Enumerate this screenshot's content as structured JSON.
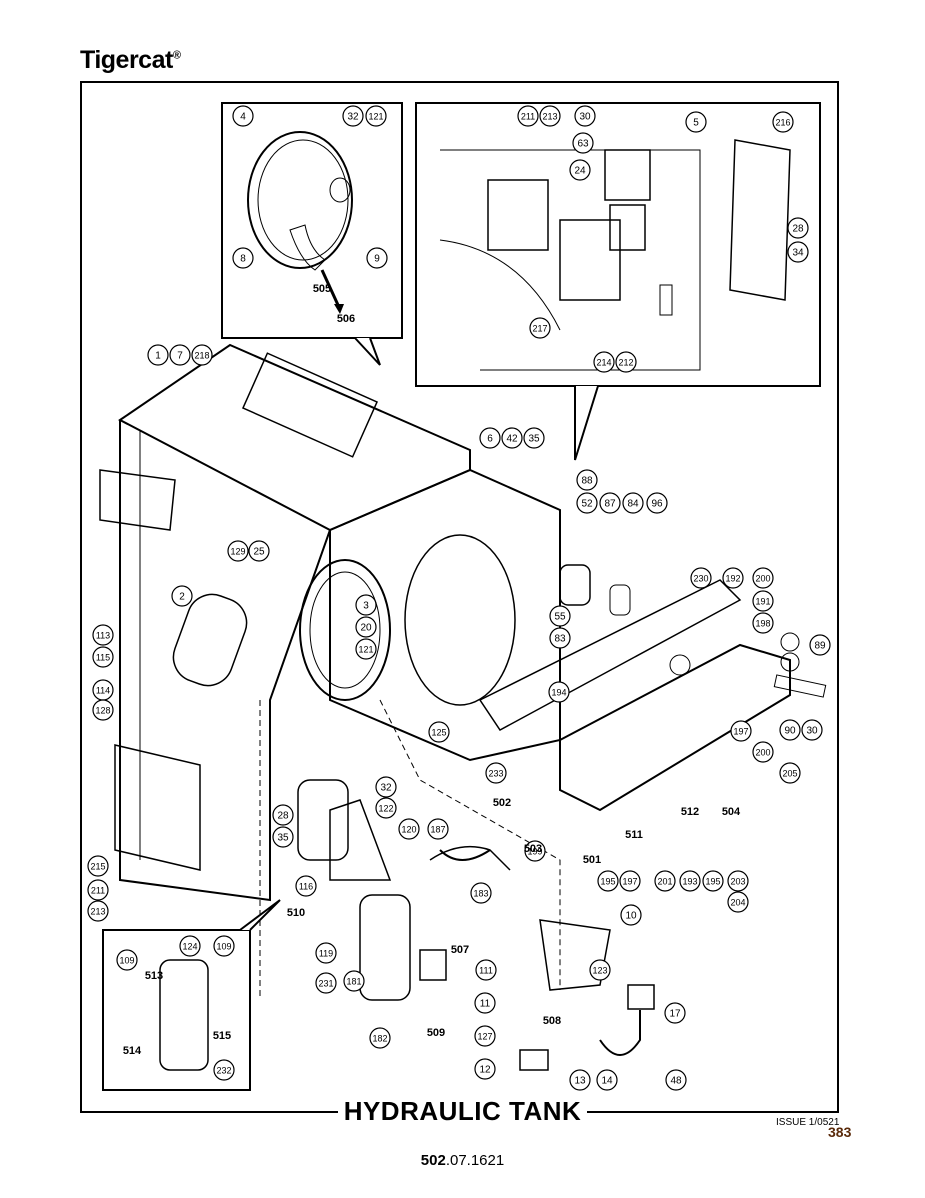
{
  "brand": {
    "name": "Tigercat",
    "mark": "®"
  },
  "title": "HYDRAULIC TANK",
  "issue": "ISSUE 1/0521",
  "page_number": "383",
  "doc_number_bold": "502",
  "doc_number_rest": ".07.1621",
  "callouts": [
    "4",
    "32",
    "121",
    "8",
    "9",
    "211",
    "213",
    "30",
    "5",
    "216",
    "63",
    "24",
    "28",
    "34",
    "217",
    "214",
    "212",
    "1",
    "7",
    "218",
    "6",
    "42",
    "35",
    "88",
    "52",
    "87",
    "84",
    "96",
    "230",
    "192",
    "200",
    "191",
    "198",
    "89",
    "90",
    "30",
    "129",
    "25",
    "2",
    "3",
    "20",
    "121",
    "55",
    "83",
    "113",
    "115",
    "114",
    "128",
    "125",
    "194",
    "197",
    "200",
    "205",
    "233",
    "28",
    "35",
    "32",
    "122",
    "120",
    "187",
    "199",
    "195",
    "197",
    "201",
    "193",
    "195",
    "203",
    "204",
    "215",
    "211",
    "213",
    "116",
    "119",
    "181",
    "183",
    "10",
    "111",
    "109",
    "124",
    "109",
    "231",
    "182",
    "11",
    "127",
    "12",
    "13",
    "14",
    "48",
    "17",
    "123",
    "232"
  ],
  "arrow_labels": [
    "505",
    "506",
    "502",
    "503",
    "501",
    "511",
    "512",
    "504",
    "510",
    "507",
    "513",
    "515",
    "514",
    "509",
    "508"
  ]
}
